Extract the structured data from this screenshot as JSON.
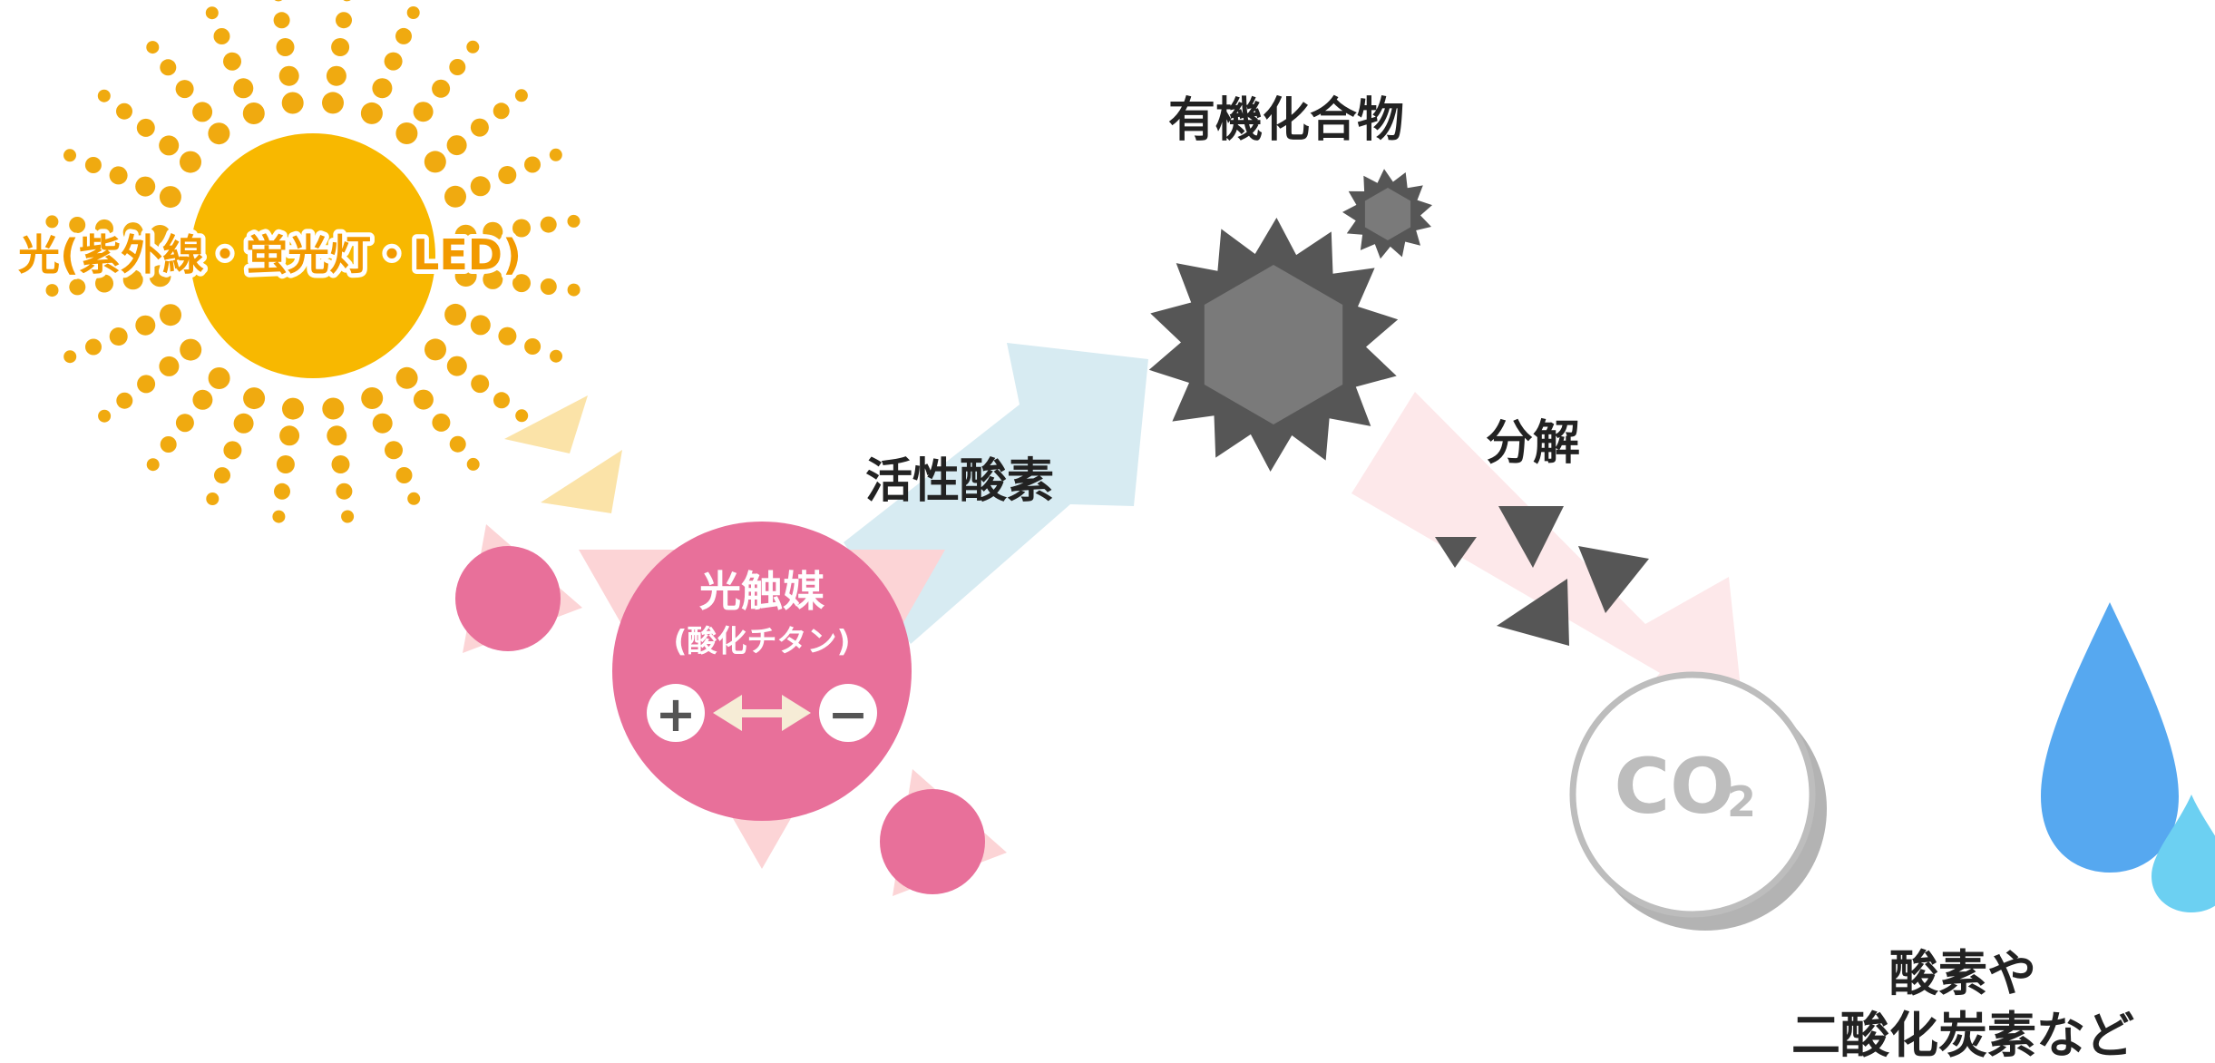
{
  "labels": {
    "light": "光(紫外線・蛍光灯・LED)",
    "photocatalyst": "光触媒",
    "photocatalyst_sub": "(酸化チタン)",
    "plus": "+",
    "minus": "−",
    "active_oxygen": "活性酸素",
    "organic_compound": "有機化合物",
    "decomposition": "分解",
    "co2_main": "CO",
    "co2_sub": "2",
    "result_line1": "酸素や",
    "result_line2": "二酸化炭素など"
  },
  "colors": {
    "sun": "#f8b800",
    "sun_ray": "#f0aa10",
    "light_text": "#f29a00",
    "pink": "#e8709a",
    "pink_light": "#fcd4d6",
    "yellow_light": "#fbe3a8",
    "blue_light": "#d7ebf2",
    "dark_gray": "#565656",
    "mid_gray": "#7a7a7a",
    "co2_gray": "#bdbdbd",
    "water_blue": "#56a8f0",
    "water_light": "#6cd0f2"
  }
}
